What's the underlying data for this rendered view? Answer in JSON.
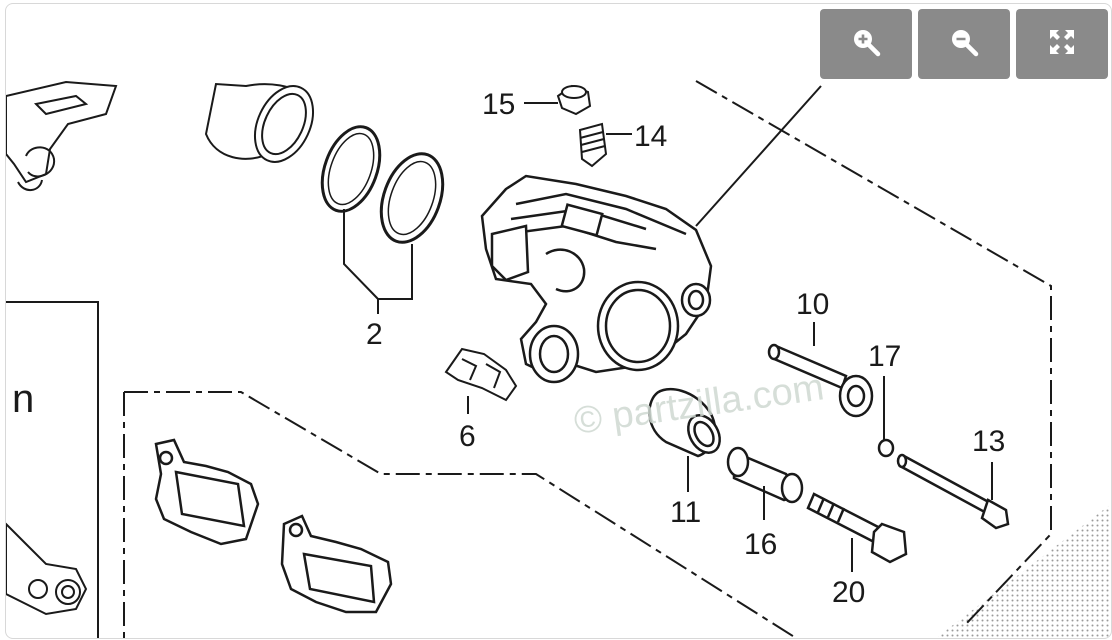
{
  "toolbar": {
    "zoom_in_icon": "zoom-in-icon",
    "zoom_out_icon": "zoom-out-icon",
    "fullscreen_icon": "fullscreen-icon",
    "button_color": "#8a8a8a"
  },
  "diagram": {
    "watermark": "© partzilla.com",
    "side_letter": "n",
    "callouts": {
      "c2": "2",
      "c6": "6",
      "c10": "10",
      "c11": "11",
      "c13": "13",
      "c14": "14",
      "c15": "15",
      "c16": "16",
      "c17": "17",
      "c20": "20"
    }
  }
}
